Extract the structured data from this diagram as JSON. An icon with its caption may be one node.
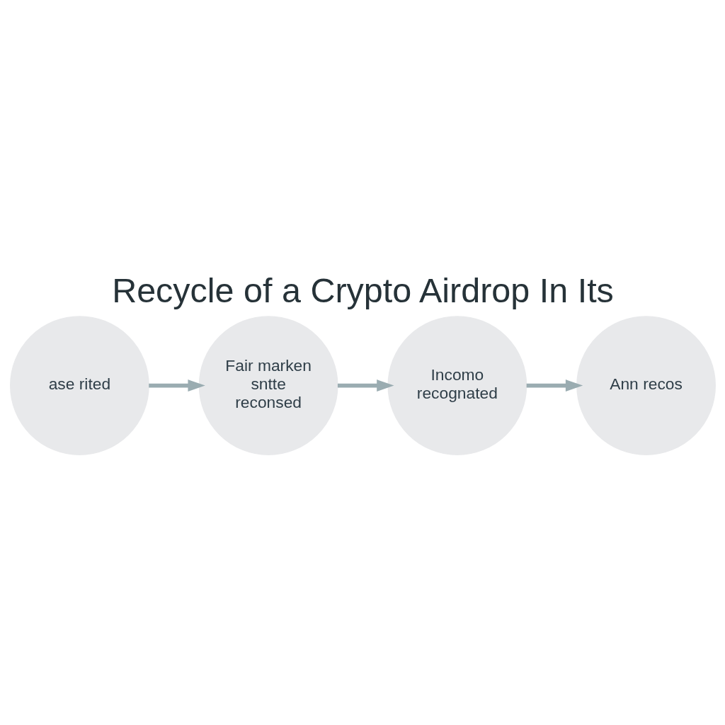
{
  "diagram": {
    "title": "Recycle of a Crypto Airdrop In Its",
    "nodes": [
      {
        "text": [
          "ase rited"
        ]
      },
      {
        "text": [
          "Fair marken sntte reconsed"
        ]
      },
      {
        "text": [
          "Incomo recognated"
        ]
      },
      {
        "text": [
          "Ann recos"
        ]
      }
    ],
    "edges": [
      {
        "from": 0,
        "to": 1,
        "arrow": "to"
      },
      {
        "from": 1,
        "to": 2,
        "arrow": "to"
      },
      {
        "from": 2,
        "to": 3,
        "arrow": "to"
      }
    ]
  }
}
